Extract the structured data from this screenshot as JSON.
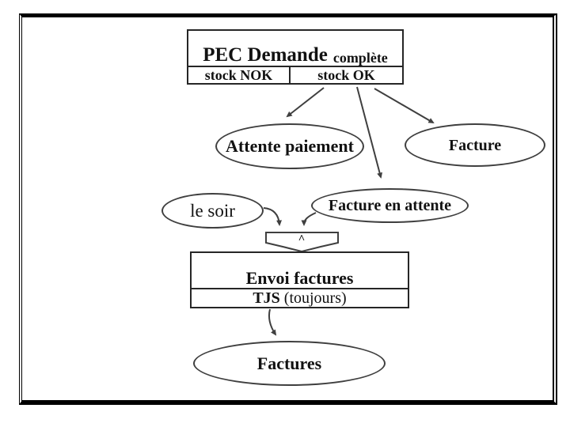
{
  "diagram": {
    "top_box": {
      "title_main": "PEC Demande",
      "title_suffix": "complète",
      "cell_left": "stock NOK",
      "cell_right": "stock OK"
    },
    "nodes": {
      "attente_paiement": "Attente paiement",
      "facture": "Facture",
      "le_soir": "le soir",
      "facture_en_attente": "Facture en attente",
      "merge_symbol": "^",
      "factures": "Factures"
    },
    "envoi_box": {
      "title": "Envoi factures",
      "subtitle_bold": "TJS",
      "subtitle_rest": " (toujours)"
    },
    "colors": {
      "frame": "#000000",
      "box_border": "#262626",
      "ellipse_outline": "#3f3f3f",
      "arrow": "#3f3f3f",
      "text": "#121212",
      "background": "#ffffff"
    }
  }
}
